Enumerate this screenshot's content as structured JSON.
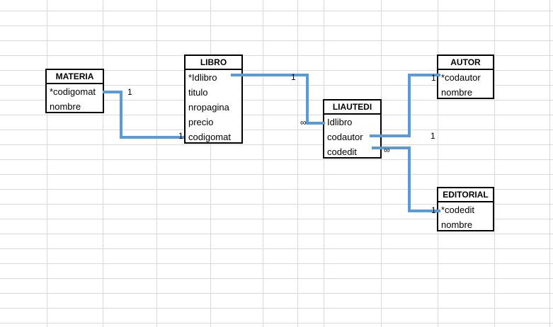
{
  "entities": {
    "materia": {
      "title": "MATERIA",
      "fields": [
        "*codigomat",
        "nombre"
      ]
    },
    "libro": {
      "title": "LIBRO",
      "fields": [
        "*Idlibro",
        "titulo",
        "nropagina",
        "precio",
        "codigomat"
      ]
    },
    "liautedi": {
      "title": "LIAUTEDI",
      "fields": [
        "Idlibro",
        "codautor",
        "codedit"
      ]
    },
    "autor": {
      "title": "AUTOR",
      "fields": [
        "*codautor",
        "nombre"
      ]
    },
    "editorial": {
      "title": "EDITORIAL",
      "fields": [
        "*codedit",
        "nombre"
      ]
    }
  },
  "cardinality": {
    "materia_one": "1",
    "libro_codigomat_one": "1",
    "libro_idlibro_one": "1",
    "liautedi_idlibro_many": "∞",
    "autor_one": "1",
    "liautedi_codautor_one": "1",
    "liautedi_codedit_many": "∞",
    "editorial_one": "1"
  },
  "colors": {
    "connector": "#5b9bd5",
    "gridline": "#d9d9d9",
    "border": "#000000"
  }
}
